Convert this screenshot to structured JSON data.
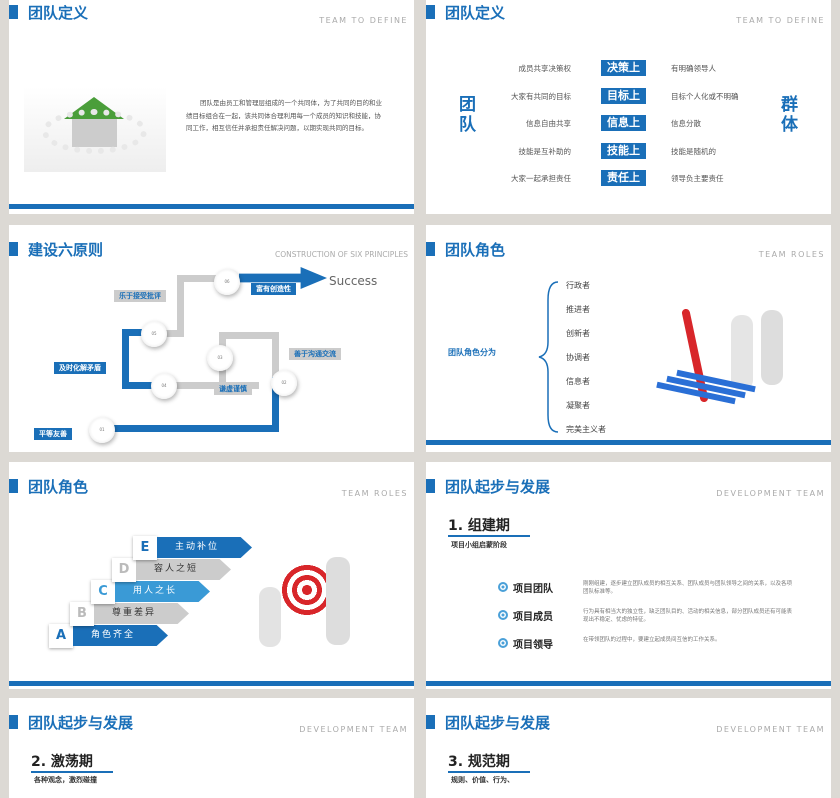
{
  "colors": {
    "accent": "#1a6fb8",
    "background": "#dcd9d4"
  },
  "slides": [
    {
      "title": "团队定义",
      "subtitle_en": "TEAM TO DEFINE",
      "body": "团队是由员工和管理层组成的一个共同体，为了共同的目的和业绩目标组合在一起，该共同体合理利用每一个成员的知识和技能，协同工作，相互信任并承担责任解决问题，以期实现共同的目标。",
      "image": "people-around-house"
    },
    {
      "title": "团队定义",
      "subtitle_en": "TEAM TO DEFINE",
      "left_label": "团队",
      "right_label": "群体",
      "rows": [
        {
          "team": "成员共享决策权",
          "aspect": "决策上",
          "group": "有明确领导人"
        },
        {
          "team": "大家有共同的目标",
          "aspect": "目标上",
          "group": "目标个人化或不明确"
        },
        {
          "team": "信息自由共享",
          "aspect": "信息上",
          "group": "信息分散"
        },
        {
          "team": "技能是互补助的",
          "aspect": "技能上",
          "group": "技能是随机的"
        },
        {
          "team": "大家一起承担责任",
          "aspect": "责任上",
          "group": "领导负主要责任"
        }
      ]
    },
    {
      "title": "建设六原则",
      "subtitle_en": "CONSTRUCTION OF SIX PRINCIPLES",
      "goal": "Success",
      "principles": [
        {
          "no": "01",
          "label": "平等友善"
        },
        {
          "no": "02",
          "label": "善于沟通交流"
        },
        {
          "no": "03",
          "label": "谦虚谨慎"
        },
        {
          "no": "04",
          "label": "及时化解矛盾"
        },
        {
          "no": "05",
          "label": "乐于接受批评"
        },
        {
          "no": "06",
          "label": "富有创造性"
        }
      ]
    },
    {
      "title": "团队角色",
      "subtitle_en": "TEAM ROLES",
      "lead": "团队角色分为",
      "roles": [
        "行政者",
        "推进者",
        "创新者",
        "协调者",
        "信息者",
        "凝聚者",
        "完美主义者"
      ],
      "image": "handshake-red-arrow"
    },
    {
      "title": "团队角色",
      "subtitle_en": "TEAM ROLES",
      "steps": [
        {
          "key": "A",
          "label": "角色齐全"
        },
        {
          "key": "B",
          "label": "尊重差异"
        },
        {
          "key": "C",
          "label": "用人之长"
        },
        {
          "key": "D",
          "label": "容人之短"
        },
        {
          "key": "E",
          "label": "主动补位"
        }
      ],
      "image": "people-carrying-target"
    },
    {
      "title": "团队起步与发展",
      "subtitle_en": "DEVELOPMENT TEAM",
      "phase": "1. 组建期",
      "phase_sub": "项目小组启蒙阶段",
      "items": [
        {
          "name": "项目团队",
          "desc": "刚刚组建，逐步建立团队成员的相互关系、团队成员与团队领导之间的关系，以及各项团队标准等。"
        },
        {
          "name": "项目成员",
          "desc": "行为具有相当大的独立性，缺乏团队目的、活动的相关信息，部分团队成员还有可能表现出不稳定、忧虑的特征。"
        },
        {
          "name": "项目领导",
          "desc": "在带领团队的过程中，要建立起成员间互信的工作关系。"
        }
      ]
    },
    {
      "title": "团队起步与发展",
      "subtitle_en": "DEVELOPMENT TEAM",
      "phase": "2. 激荡期",
      "phase_sub": "各种观念，激烈碰撞"
    },
    {
      "title": "团队起步与发展",
      "subtitle_en": "DEVELOPMENT TEAM",
      "phase": "3. 规范期",
      "phase_sub": "规则、价值、行为、"
    }
  ]
}
